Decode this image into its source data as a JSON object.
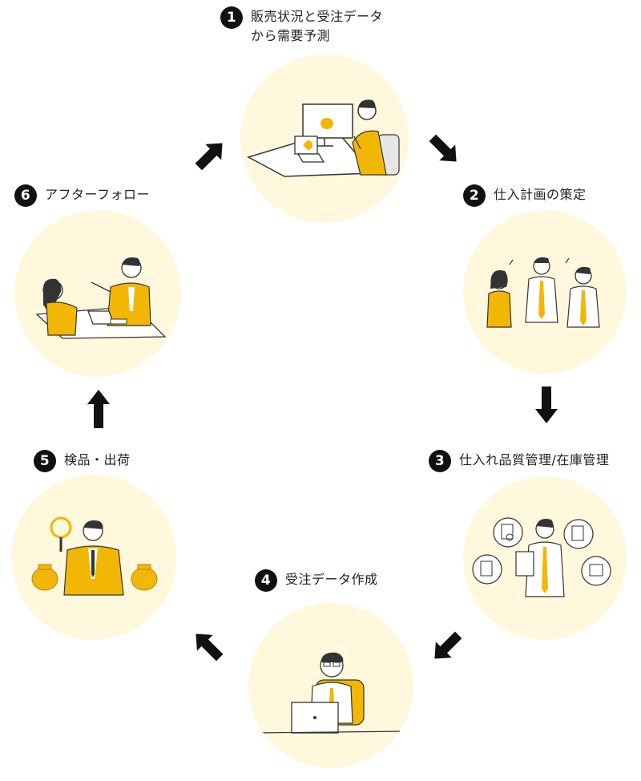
{
  "steps": [
    {
      "num": "1",
      "lines": [
        "販売状況と受注データ",
        "から需要予測"
      ],
      "illustration": "person-at-computer"
    },
    {
      "num": "2",
      "lines": [
        "仕入計画の策定"
      ],
      "illustration": "team-discussion"
    },
    {
      "num": "3",
      "lines": [
        "仕入れ品質管理/在庫管理"
      ],
      "illustration": "documents-review"
    },
    {
      "num": "4",
      "lines": [
        "受注データ作成"
      ],
      "illustration": "person-with-laptop"
    },
    {
      "num": "5",
      "lines": [
        "検品・出荷"
      ],
      "illustration": "inspector-with-magnifier"
    },
    {
      "num": "6",
      "lines": [
        "アフターフォロー"
      ],
      "illustration": "customer-meeting"
    }
  ],
  "colors": {
    "accent": "#f2b705",
    "circle_bg": "#fff8dc",
    "arrow": "#111111"
  }
}
